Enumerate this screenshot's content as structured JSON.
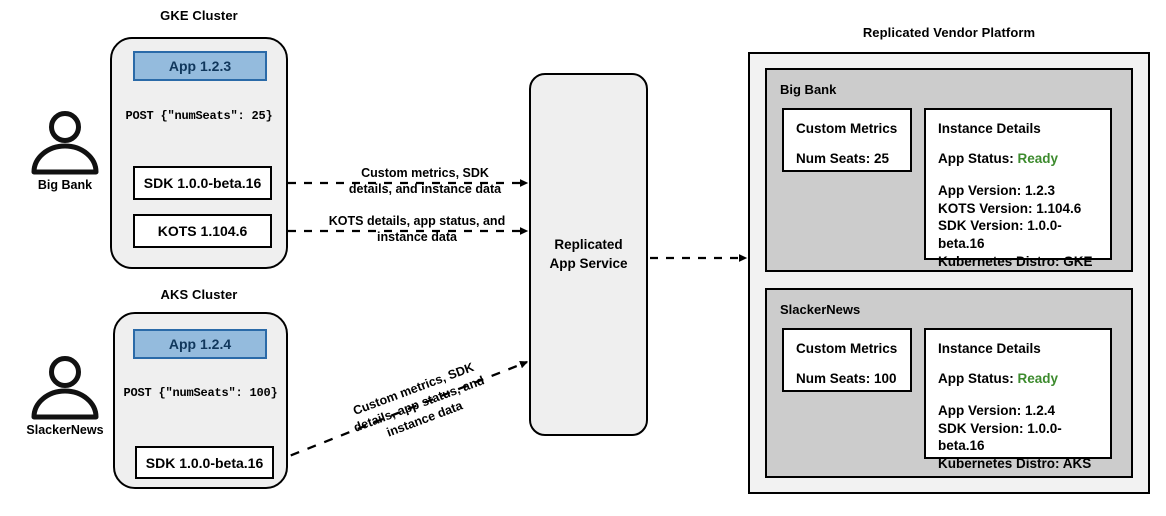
{
  "diagram": {
    "title_gke": "GKE Cluster",
    "title_aks": "AKS Cluster",
    "title_platform": "Replicated Vendor Platform"
  },
  "actors": [
    {
      "name": "Big Bank",
      "icon": "person-icon"
    },
    {
      "name": "SlackerNews",
      "icon": "person-icon"
    }
  ],
  "gke_cluster": {
    "title": "GKE Cluster",
    "app": "App 1.2.3",
    "post": "POST {\"numSeats\": 25}",
    "sdk": "SDK 1.0.0-beta.16",
    "kots": "KOTS 1.104.6"
  },
  "aks_cluster": {
    "title": "AKS Cluster",
    "app": "App 1.2.4",
    "post": "POST {\"numSeats\": 100}",
    "sdk": "SDK 1.0.0-beta.16"
  },
  "connectors": {
    "sdk_gke": "Custom metrics, SDK\ndetails, and instance data",
    "kots_gke": "KOTS details, app status, and\ninstance data",
    "sdk_aks": "Custom metrics, SDK\ndetails, app status, and\ninstance data"
  },
  "service": {
    "label": "Replicated\nApp Service"
  },
  "platform": {
    "title": "Replicated Vendor Platform",
    "tenants": [
      {
        "name": "Big Bank",
        "metrics": {
          "heading": "Custom Metrics",
          "rows": [
            "Num Seats: 25"
          ]
        },
        "details": {
          "heading": "Instance Details",
          "status_label": "App Status:",
          "status_value": "Ready",
          "rows": [
            "App Version: 1.2.3",
            "KOTS Version: 1.104.6",
            "SDK Version: 1.0.0-beta.16",
            "Kubernetes Distro: GKE"
          ]
        }
      },
      {
        "name": "SlackerNews",
        "metrics": {
          "heading": "Custom Metrics",
          "rows": [
            "Num Seats: 100"
          ]
        },
        "details": {
          "heading": "Instance Details",
          "status_label": "App Status:",
          "status_value": "Ready",
          "rows": [
            "App Version: 1.2.4",
            "SDK Version: 1.0.0-beta.16",
            "Kubernetes Distro: AKS"
          ]
        }
      }
    ]
  },
  "colors": {
    "app_fill": "#94bbdd",
    "app_border": "#2a6aa8",
    "cluster_fill": "#efefef",
    "tenant_fill": "#cccccc",
    "status_ready": "#3d8b2e"
  }
}
